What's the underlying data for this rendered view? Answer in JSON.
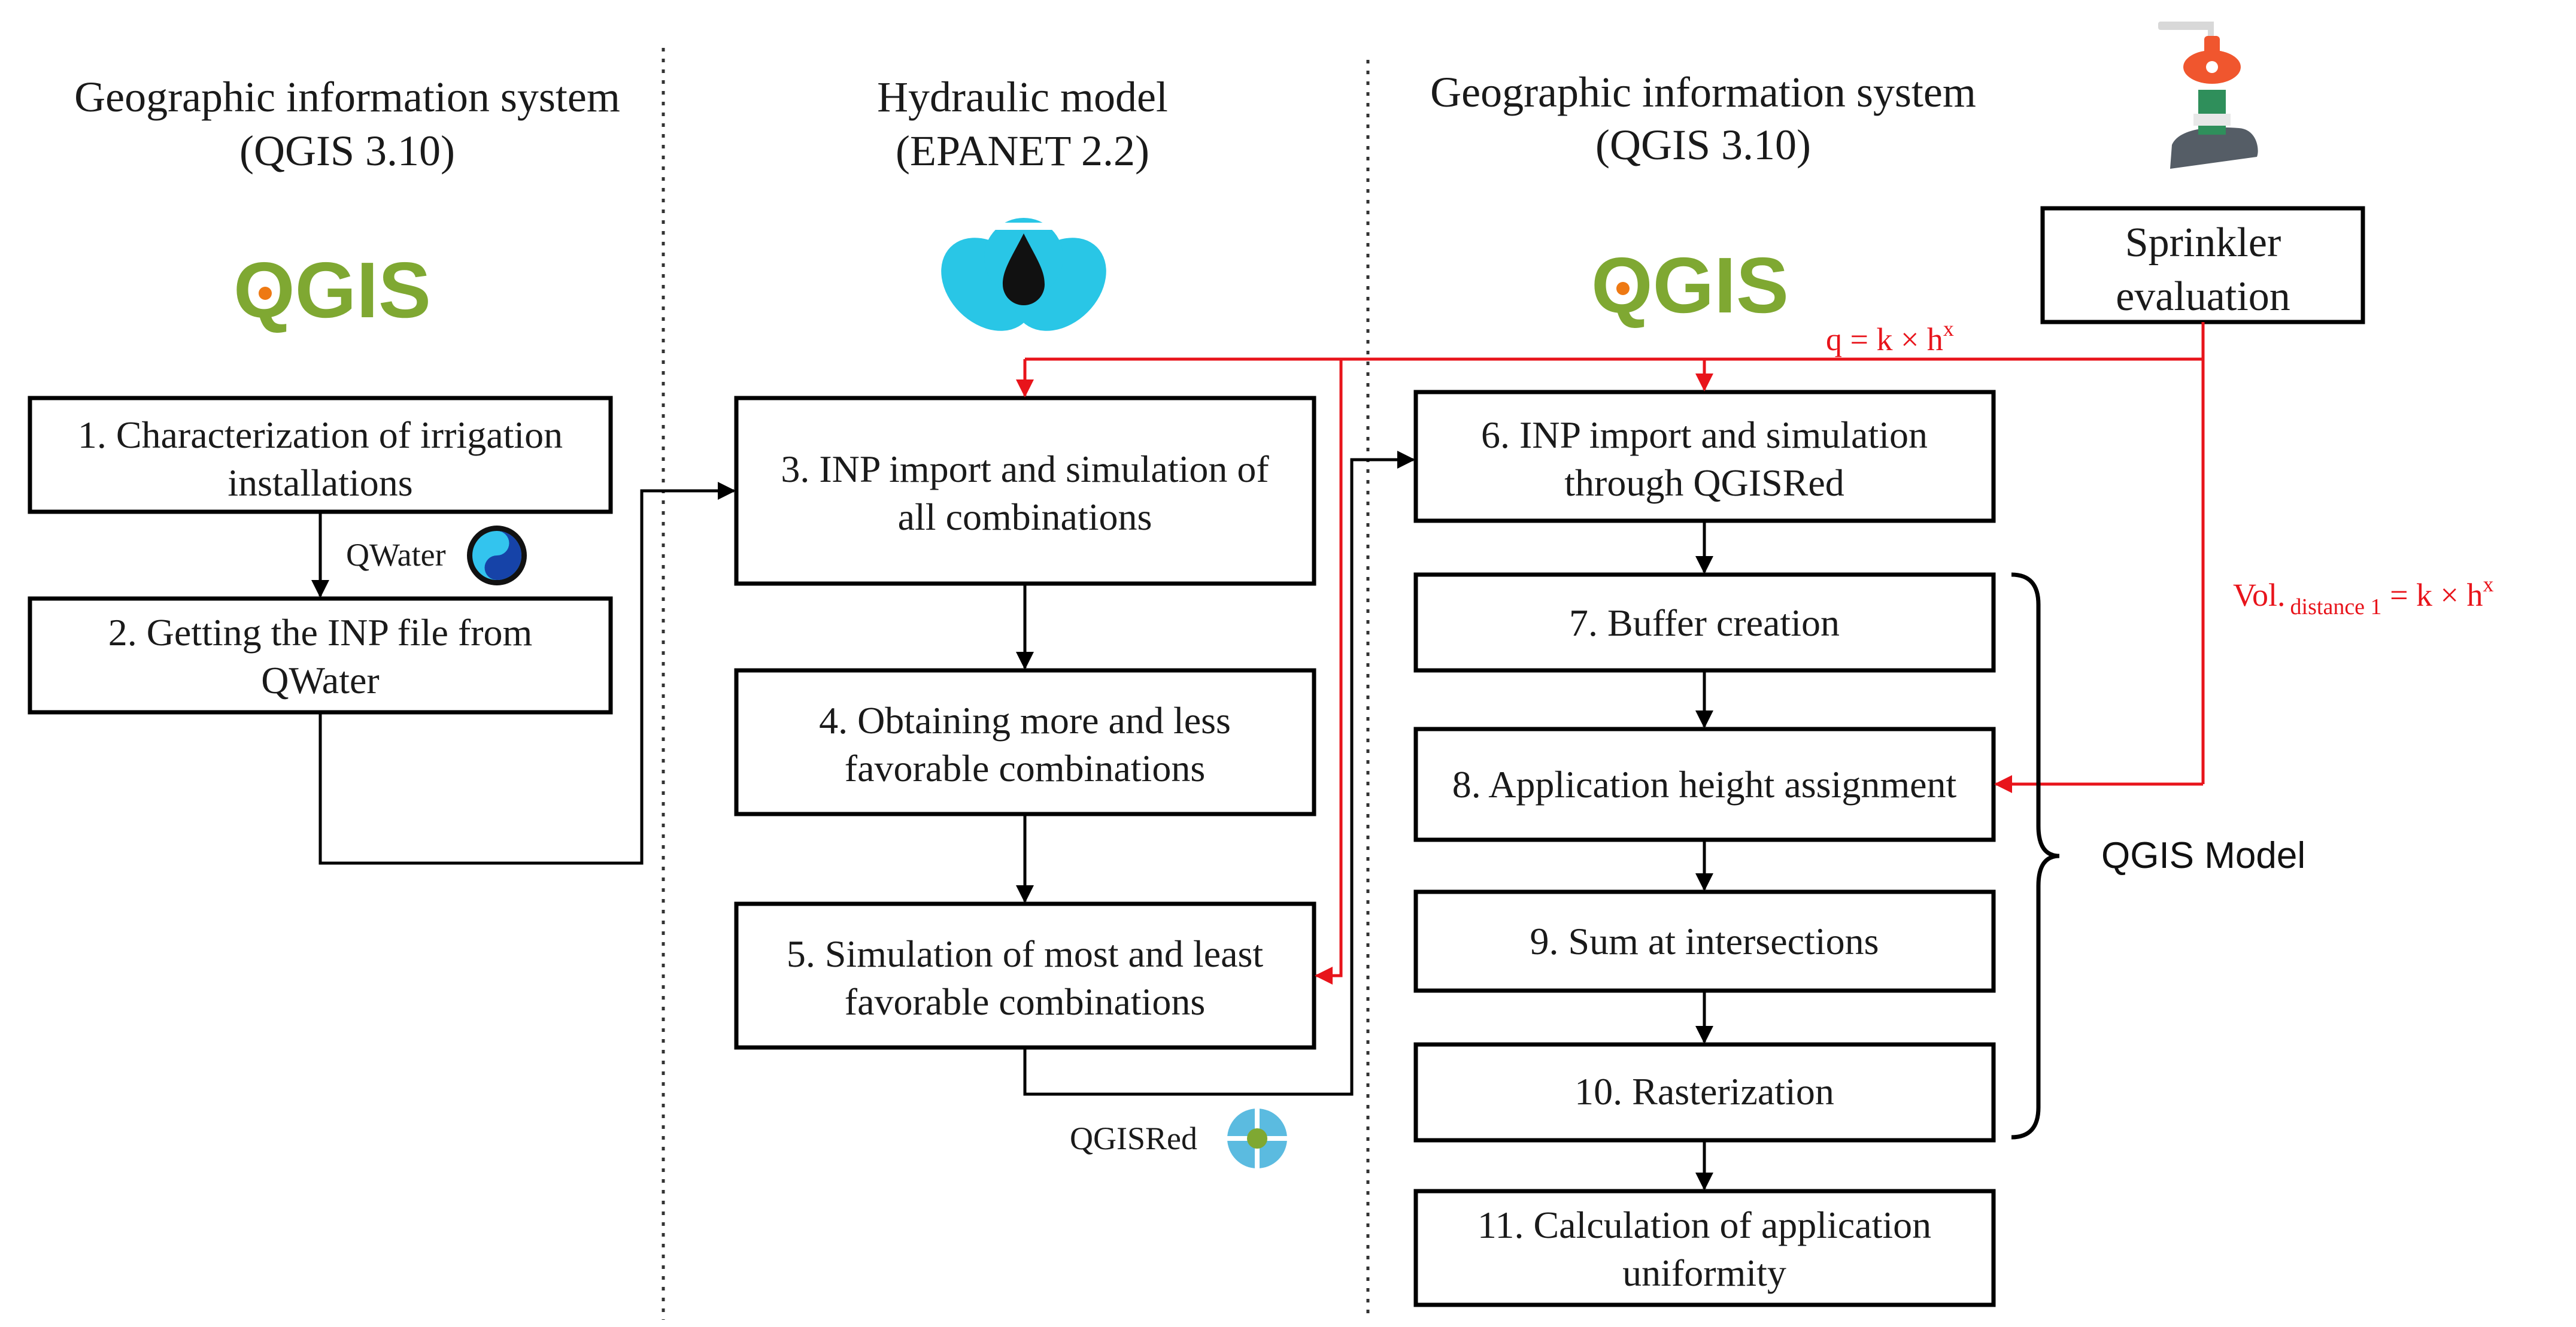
{
  "columns": [
    {
      "title_line1": "Geographic information system",
      "title_line2": "(QGIS 3.10)"
    },
    {
      "title_line1": "Hydraulic model",
      "title_line2": "(EPANET 2.2)"
    },
    {
      "title_line1": "Geographic information system",
      "title_line2": "(QGIS 3.10)"
    }
  ],
  "logos": {
    "qgis_text": "QGIS",
    "qgis_brand_color": "#7fa832",
    "epanet_color": "#29c6e6"
  },
  "steps": {
    "s1": [
      "1. Characterization of irrigation",
      "installations"
    ],
    "s2": [
      "2. Getting the INP file from",
      "QWater"
    ],
    "s3": [
      "3. INP import and simulation of",
      "all combinations"
    ],
    "s4": [
      "4. Obtaining more and less",
      "favorable combinations"
    ],
    "s5": [
      "5. Simulation of most and least",
      "favorable combinations"
    ],
    "s6": [
      "6. INP import and simulation",
      "through QGISRed"
    ],
    "s7": [
      "7. Buffer creation"
    ],
    "s8": [
      "8. Application height assignment"
    ],
    "s9": [
      "9. Sum at intersections"
    ],
    "s10": [
      "10. Rasterization"
    ],
    "s11": [
      "11. Calculation of application",
      "uniformity"
    ],
    "sprinkler": [
      "Sprinkler",
      "evaluation"
    ]
  },
  "tool_labels": {
    "qwater": "QWater",
    "qgisred": "QGISRed"
  },
  "formulas": {
    "flow": {
      "base": "q = k × h",
      "sup": "x"
    },
    "volume": {
      "prefix": "Vol.",
      "sub": "distance 1",
      "mid": " = k × h",
      "sup": "x"
    }
  },
  "group_label": "QGIS Model",
  "colors": {
    "box_stroke": "#000000",
    "arrow_black": "#000000",
    "arrow_red": "#e8141b",
    "text": "#1a1a1a",
    "divider": "#333333"
  }
}
